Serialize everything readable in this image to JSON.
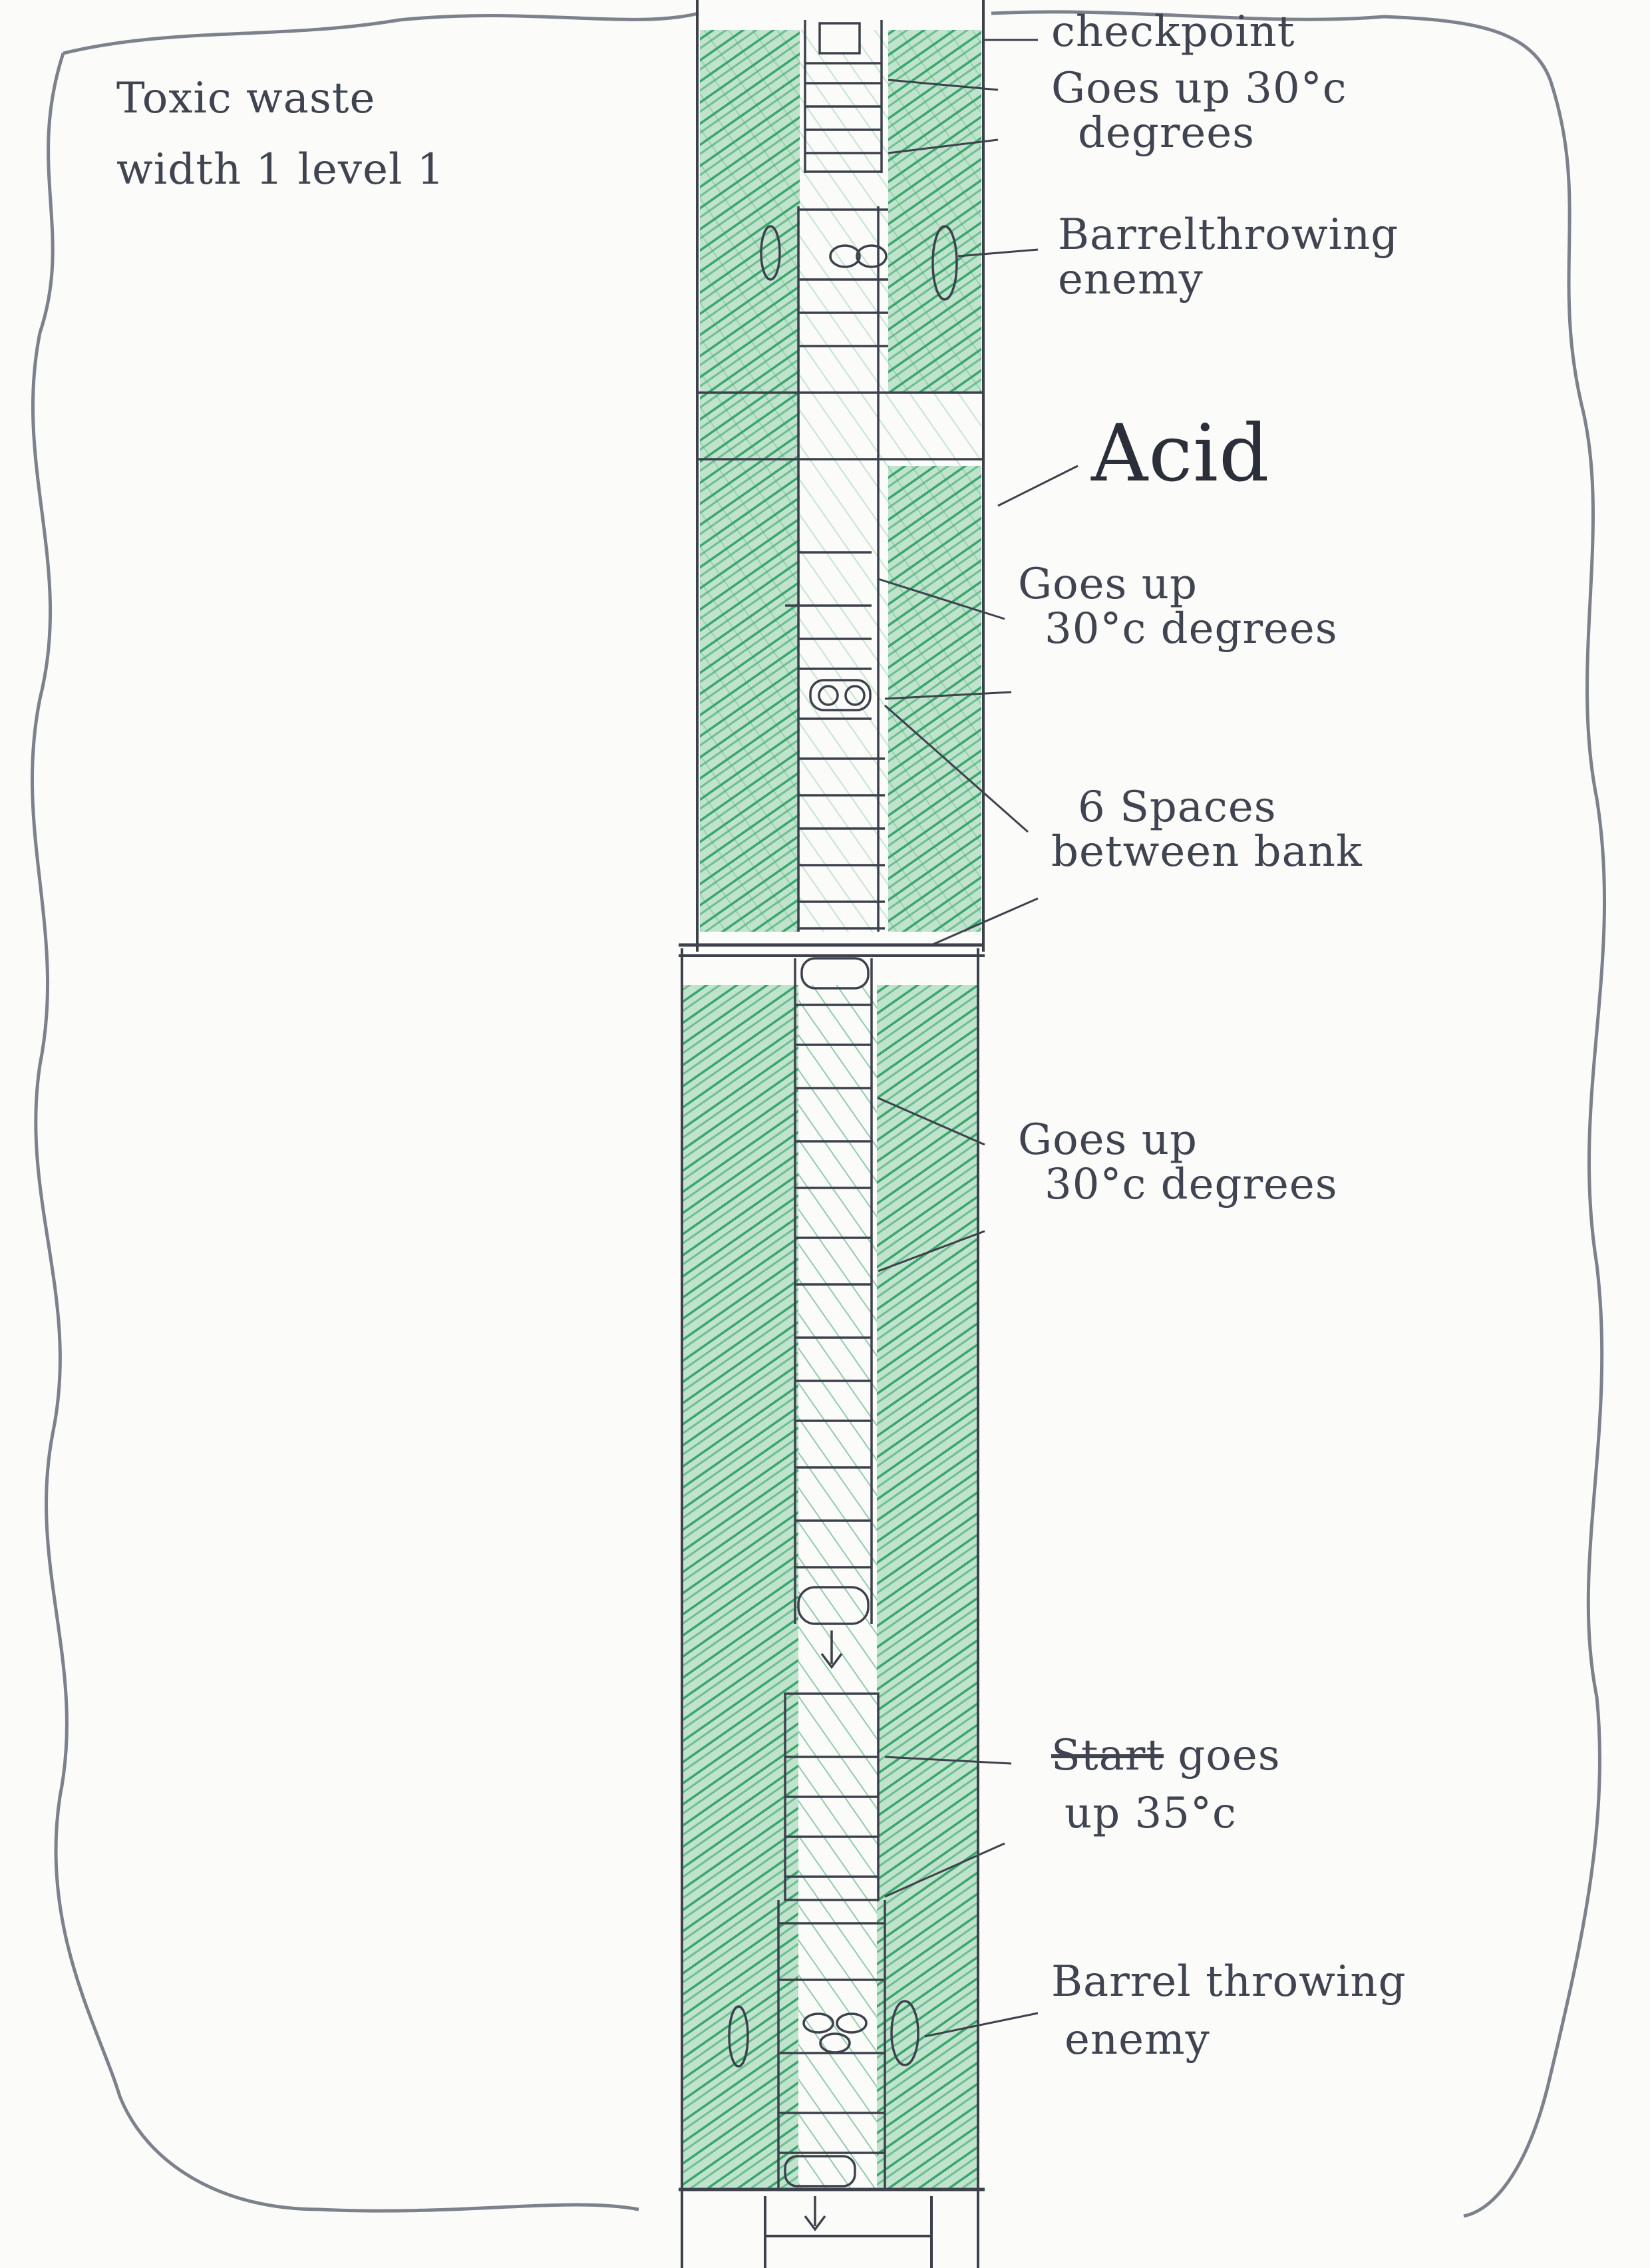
{
  "colors": {
    "acid": "#3aa56c",
    "acid_light": "#bfe3cc",
    "pencil": "#3d414c",
    "paper": "#fbfbf9"
  },
  "title": {
    "line1": "Toxic waste",
    "line2": "width 1 level 1"
  },
  "annotations": {
    "checkpoint": "checkpoint",
    "goes_up_1_l1": "Goes up 30°c",
    "goes_up_1_l2": "degrees",
    "barrel_enemy_1_l1": "Barrelthrowing",
    "barrel_enemy_1_l2": "enemy",
    "acid": "Acid",
    "goes_up_2_l1": "Goes up",
    "goes_up_2_l2": "30°c degrees",
    "spaces_l1": "6 Spaces",
    "spaces_l2": "between bank",
    "goes_up_3_l1": "Goes up",
    "goes_up_3_l2": "30°c degrees",
    "start_struck": "Start",
    "goes_up_4_l1": "goes",
    "goes_up_4_l2": "up 35°c",
    "barrel_enemy_2_l1": "Barrel throwing",
    "barrel_enemy_2_l2": "enemy"
  }
}
